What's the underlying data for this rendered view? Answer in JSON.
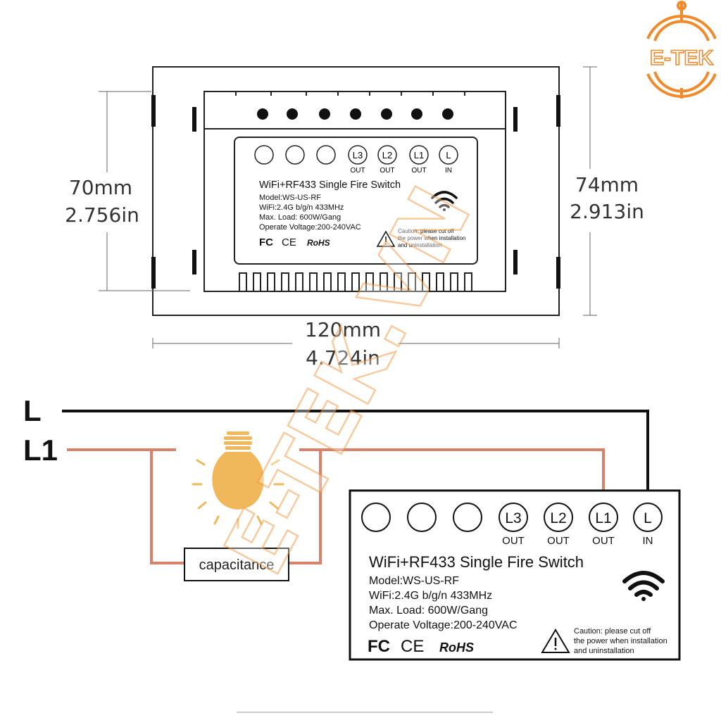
{
  "brand": {
    "logo_text": "E-TEK",
    "watermark": "E-TEK.VN",
    "accent_color": "#f08a2a"
  },
  "dimensions": {
    "height_left_mm": "70mm",
    "height_left_in": "2.756in",
    "height_right_mm": "74mm",
    "height_right_in": "2.913in",
    "width_mm": "120mm",
    "width_in": "4.724in"
  },
  "switch_label": {
    "terminals": [
      {
        "name": "L3",
        "sub": "OUT"
      },
      {
        "name": "L2",
        "sub": "OUT"
      },
      {
        "name": "L1",
        "sub": "OUT"
      },
      {
        "name": "L",
        "sub": "IN"
      }
    ],
    "title": "WiFi+RF433 Single Fire Switch",
    "model": "Model:WS-US-RF",
    "wifi": "WiFi:2.4G b/g/n 433MHz",
    "max_load": "Max. Load: 600W/Gang",
    "voltage": "Operate Voltage:200-240VAC",
    "caution_line1": "Caution: please cut off",
    "caution_line2": "the power when installation",
    "caution_line3": "and uninstallation",
    "cert_fc": "FC",
    "cert_ce": "CE",
    "cert_rohs": "RoHS"
  },
  "wiring": {
    "line_live": "L",
    "line_l1": "L1",
    "capacitance": "capacitance",
    "wire_live_color": "#111111",
    "wire_load_color": "#d9826a",
    "bulb_color": "#f0b85a"
  },
  "icons": [
    "wifi-icon",
    "caution-icon",
    "bulb-icon",
    "logo-plug-icon"
  ]
}
